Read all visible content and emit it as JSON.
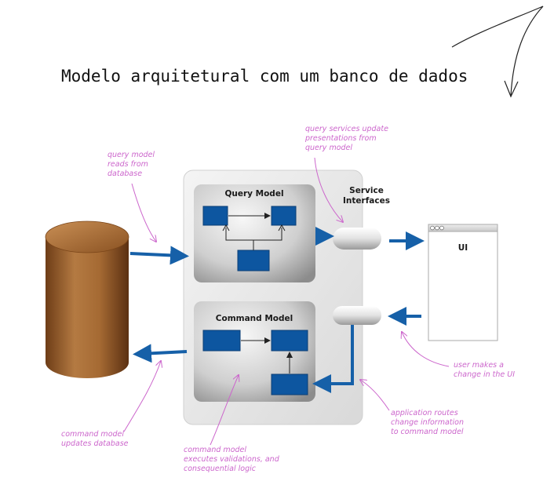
{
  "title": "Modelo arquitetural com um banco de dados",
  "diagram": {
    "query_model_label": "Query Model",
    "command_model_label": "Command Model",
    "service_interfaces_label": [
      "Service",
      "Interfaces"
    ],
    "ui_label": "UI",
    "annotations": {
      "query_model_reads": [
        "query model",
        "reads from",
        "database"
      ],
      "query_services": [
        "query services update",
        "presentations from",
        "query model"
      ],
      "user_change": [
        "user makes a",
        "change in the UI"
      ],
      "application_routes": [
        "application routes",
        "change information",
        "to command model"
      ],
      "command_model_executes": [
        "command model",
        "executes validations, and",
        "consequential logic"
      ],
      "command_model_updates": [
        "command model",
        "updates database"
      ]
    },
    "colors": {
      "box_blue": "#0d56a0",
      "arrow_blue": "#1660a8",
      "annotation_pink": "#cc66cc",
      "db_brown": "#a0632a"
    }
  }
}
